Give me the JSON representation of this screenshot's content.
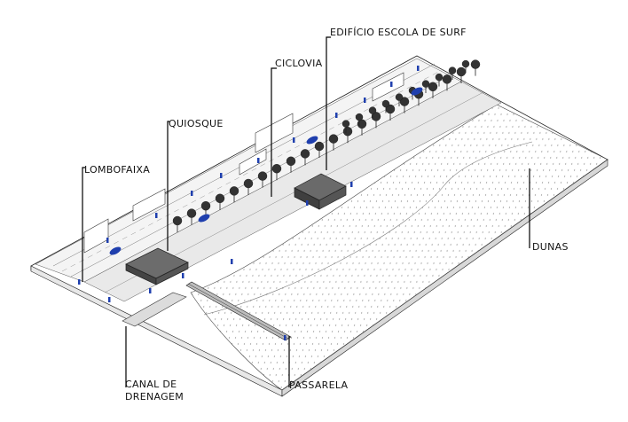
{
  "labels": {
    "edificio": "EDIFÍCIO ESCOLA DE SURF",
    "ciclovia": "CICLOVIA",
    "quiosque": "QUIOSQUE",
    "lombofaixa": "LOMBOFAIXA",
    "dunas": "DUNAS",
    "canal_line1": "CANAL DE",
    "canal_line2": "DRENAGEM",
    "passarela": "PASSARELA"
  },
  "colors": {
    "ink": "#111111",
    "sand": "#f2f2f2",
    "accent_blue": "#1f3fae"
  }
}
